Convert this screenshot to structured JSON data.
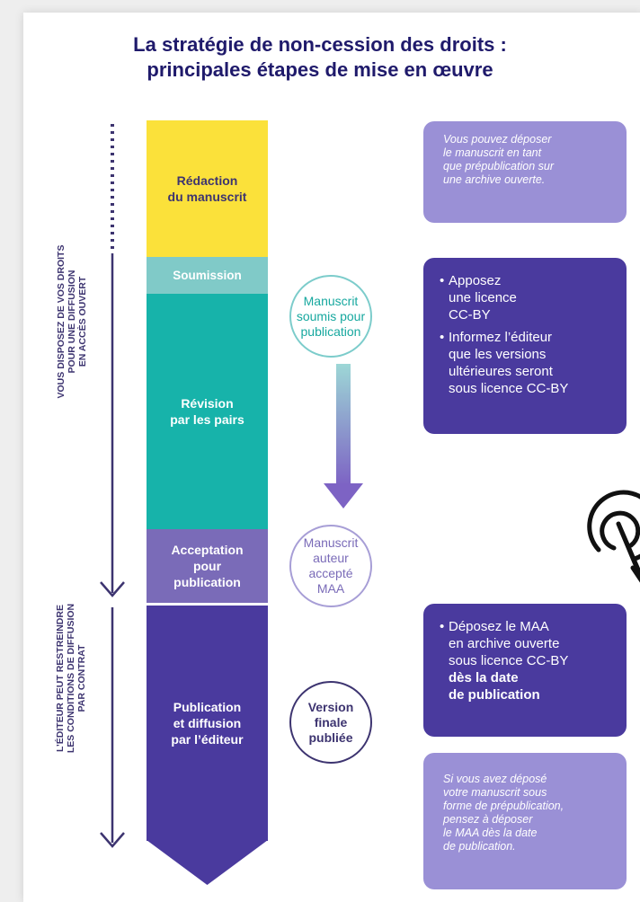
{
  "title": {
    "line1": "La stratégie de non-cession des droits :",
    "line2": "principales étapes de mise en œuvre"
  },
  "side_labels": {
    "top": [
      "VOUS DISPOSEZ DE VOS DROITS",
      "POUR UNE DIFFUSION",
      "EN ACCÈS OUVERT"
    ],
    "bottom": [
      "L’ÉDITEUR PEUT RESTREINDRE",
      "LES CONDITIONS DE DIFFUSION",
      "PAR CONTRAT"
    ]
  },
  "stages": [
    {
      "line1": "Rédaction",
      "line2": "du manuscrit",
      "color": "#fbe13a"
    },
    {
      "line1": "Soumission",
      "line2": "",
      "color": "#80cac8"
    },
    {
      "line1": "Révision",
      "line2": "par les pairs",
      "color": "#17b3aa"
    },
    {
      "line1": "Acceptation",
      "line2": "pour",
      "line3": "publication",
      "color": "#7a6bb8"
    },
    {
      "line1": "Publication",
      "line2": "et diffusion",
      "line3": "par l’éditeur",
      "color": "#4a3a9e"
    }
  ],
  "circles": [
    {
      "line1": "Manuscrit",
      "line2": "soumis pour",
      "line3": "publication",
      "color": "#17a89f"
    },
    {
      "line1": "Manuscrit",
      "line2": "auteur",
      "line3": "accepté",
      "line4": "MAA",
      "color": "#7a6bb8"
    },
    {
      "line1": "Version",
      "line2": "finale",
      "line3": "publiée",
      "color": "#3d3470"
    }
  ],
  "boxes": {
    "preprint": [
      "Vous pouvez déposer",
      "le manuscrit en tant",
      "que prépublication sur",
      "une archive ouverte."
    ],
    "licence": {
      "item1": [
        "Apposez",
        "une licence",
        "CC-BY"
      ],
      "item2": [
        "Informez l’éditeur",
        "que les versions",
        "ultérieures seront",
        "sous licence CC-BY"
      ]
    },
    "deposit": {
      "normal": [
        "Déposez le MAA",
        "en archive ouverte",
        "sous licence CC-BY"
      ],
      "bold": [
        "dès la date",
        "de publication"
      ]
    },
    "note": [
      "Si vous avez déposé",
      "votre manuscrit sous",
      "forme de prépublication,",
      "pensez à déposer",
      "le MAA dès la date",
      "de publication."
    ]
  },
  "colors": {
    "yellow": "#fbe13a",
    "teal_light": "#80cac8",
    "teal": "#17b3aa",
    "lavender": "#7a6bb8",
    "purple": "#4a3a9e",
    "navy": "#3d3470",
    "light_box": "#9a90d6"
  }
}
